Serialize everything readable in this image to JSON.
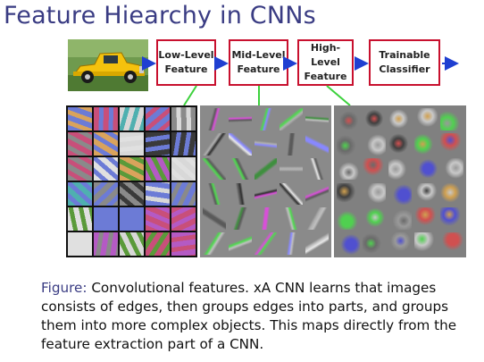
{
  "title": "Feature Hiearchy in CNNs",
  "pipeline": {
    "stages": [
      {
        "label": "Low-Level\nFeature"
      },
      {
        "label": "Mid-Level\nFeature"
      },
      {
        "label": "High-Level\nFeature"
      },
      {
        "label": "Trainable\nClassifier"
      }
    ]
  },
  "colors": {
    "title": "#3a3c83",
    "box_border": "#c8102e",
    "flow_arrow": "#1f3fd1",
    "connector": "#3cd13c"
  },
  "caption": {
    "label": "Figure:",
    "text": " Convolutional features. xA CNN learns that images consists of edges, then groups edges into parts, and groups them into more complex objects. This maps directly from the feature extraction part of a CNN."
  }
}
